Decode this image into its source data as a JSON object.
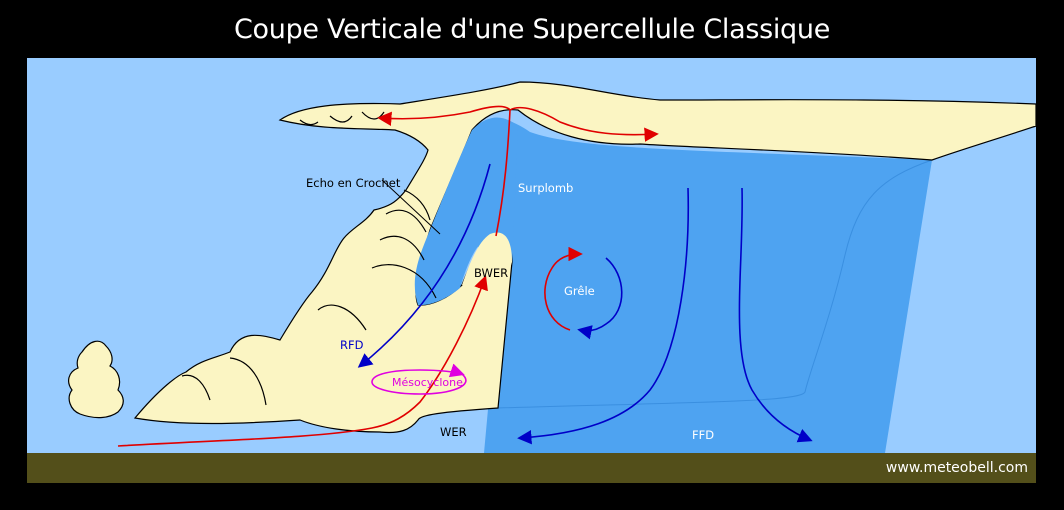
{
  "title": "Coupe Verticale d'une Supercellule Classique",
  "labels": {
    "hook_echo": "Echo en Crochet",
    "overhang": "Surplomb",
    "bwer": "BWER",
    "hail": "Grêle",
    "rfd": "RFD",
    "mesocyclone": "Mésocyclone",
    "wer": "WER",
    "ffd": "FFD"
  },
  "watermark": "www.meteobell.com",
  "colors": {
    "sky": "#99ccff",
    "cloud": "#fbf5c3",
    "precip_core": "#4ea3f1",
    "precip_light": "#6fb8f7",
    "ground": "#534f1a",
    "updraft": "#e00000",
    "downdraft": "#0000c8",
    "mesocyclone": "#e000e0"
  }
}
